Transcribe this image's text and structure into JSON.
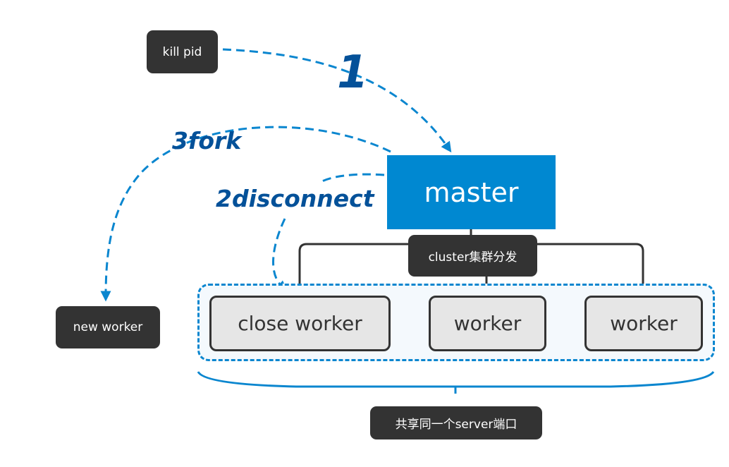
{
  "colors": {
    "accent": "#0088d1",
    "dashed_link": "#0a86cf",
    "step_label": "#045199",
    "dark_node": "#333333",
    "worker_fill": "#e6e6e6",
    "group_fill": "#f4f9fd"
  },
  "nodes": {
    "kill_pid": "kill pid",
    "master": "master",
    "cluster": "cluster集群分发",
    "new_worker": "new worker",
    "workers": [
      "close worker",
      "worker",
      "worker"
    ],
    "shared_port": "共享同一个server端口"
  },
  "steps": {
    "step1": "1",
    "step2": "2disconnect",
    "step3": "3fork"
  }
}
